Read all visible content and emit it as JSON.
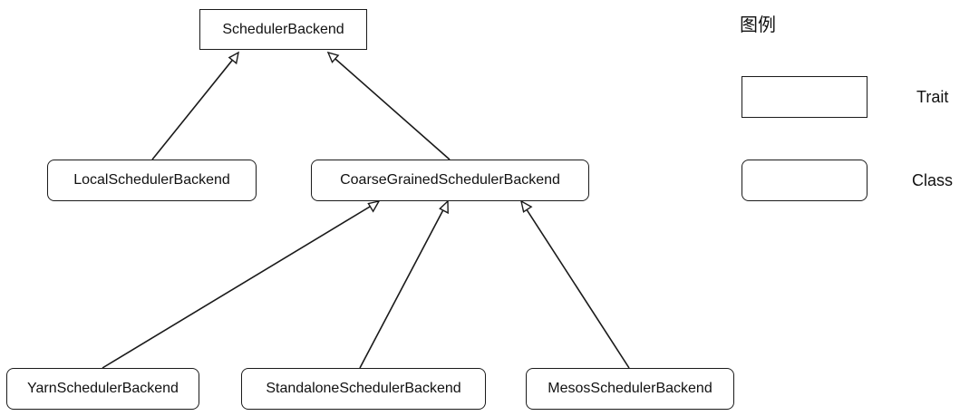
{
  "diagram": {
    "nodes": {
      "scheduler_backend": {
        "label": "SchedulerBackend",
        "kind": "trait"
      },
      "local_scheduler_backend": {
        "label": "LocalSchedulerBackend",
        "kind": "class"
      },
      "coarse_grained_scheduler_backend": {
        "label": "CoarseGrainedSchedulerBackend",
        "kind": "class"
      },
      "yarn_scheduler_backend": {
        "label": "YarnSchedulerBackend",
        "kind": "class"
      },
      "standalone_scheduler_backend": {
        "label": "StandaloneSchedulerBackend",
        "kind": "class"
      },
      "mesos_scheduler_backend": {
        "label": "MesosSchedulerBackend",
        "kind": "class"
      }
    },
    "edges": [
      {
        "from": "local_scheduler_backend",
        "to": "scheduler_backend",
        "type": "inheritance"
      },
      {
        "from": "coarse_grained_scheduler_backend",
        "to": "scheduler_backend",
        "type": "inheritance"
      },
      {
        "from": "yarn_scheduler_backend",
        "to": "coarse_grained_scheduler_backend",
        "type": "inheritance"
      },
      {
        "from": "standalone_scheduler_backend",
        "to": "coarse_grained_scheduler_backend",
        "type": "inheritance"
      },
      {
        "from": "mesos_scheduler_backend",
        "to": "coarse_grained_scheduler_backend",
        "type": "inheritance"
      }
    ]
  },
  "legend": {
    "title": "图例",
    "trait_label": "Trait",
    "class_label": "Class"
  },
  "colors": {
    "stroke": "#1a1a1a",
    "text": "#111111",
    "background": "#ffffff"
  }
}
